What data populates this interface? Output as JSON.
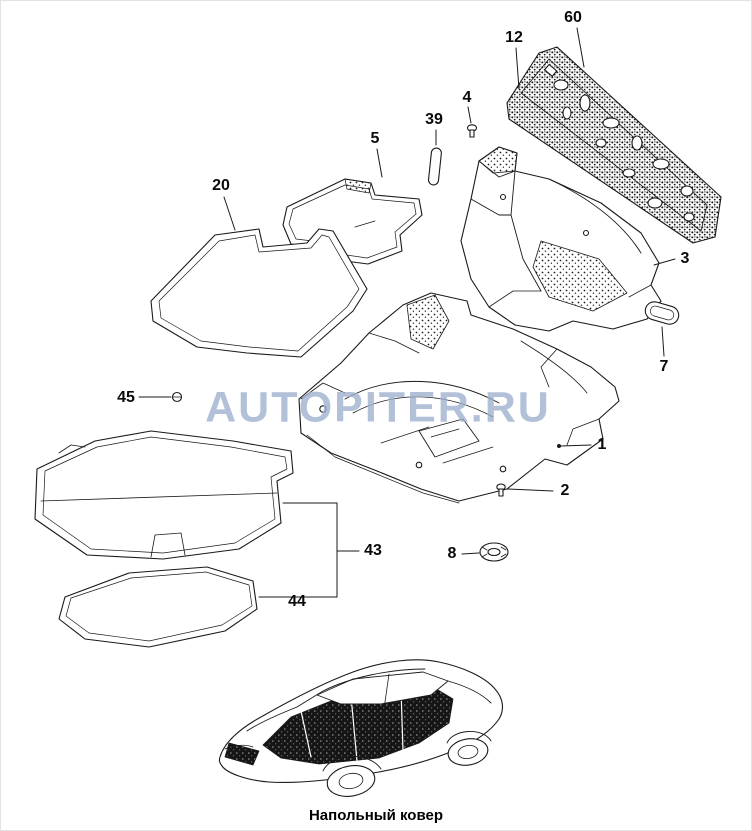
{
  "watermark": {
    "text": "AUTOPITER.RU",
    "color": "#9dafce"
  },
  "caption": {
    "text": "Напольный ковер"
  },
  "colors": {
    "line": "#1a1a1a",
    "background": "#ffffff",
    "watermark": "#9dafce"
  },
  "callouts": [
    {
      "label": "60"
    },
    {
      "label": "12"
    },
    {
      "label": "4"
    },
    {
      "label": "39"
    },
    {
      "label": "5"
    },
    {
      "label": "20"
    },
    {
      "label": "3"
    },
    {
      "label": "7"
    },
    {
      "label": "45"
    },
    {
      "label": "1"
    },
    {
      "label": "2"
    },
    {
      "label": "8"
    },
    {
      "label": "43"
    },
    {
      "label": "44"
    }
  ]
}
